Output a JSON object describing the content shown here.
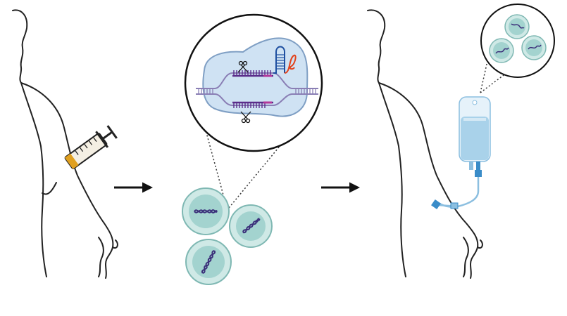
{
  "figure": {
    "panels": [
      {
        "id": "collection",
        "icon": "arm-syringe-icon"
      },
      {
        "id": "editing",
        "icon": "crispr-cas-editing-icon"
      },
      {
        "id": "infusion",
        "icon": "arm-iv-infusion-icon"
      }
    ],
    "arrows": [
      "right-arrow-icon",
      "right-arrow-icon"
    ],
    "colors": {
      "outline": "#222222",
      "cell_fill": "#cfe9e6",
      "cell_nucleus": "#a3d3cf",
      "cell_stroke": "#7fb8b3",
      "dna": "#3b2f7a",
      "cas_fill": "#cfe2f3",
      "cas_stroke": "#7f9fc4",
      "guide_rna": "#e2421b",
      "edit_mark": "#b3389a",
      "syringe_fill": "#f4efe3",
      "syringe_blood": "#e0a020",
      "iv_bag": "#a9d2ea",
      "iv_tube": "#3a8cc8"
    }
  }
}
